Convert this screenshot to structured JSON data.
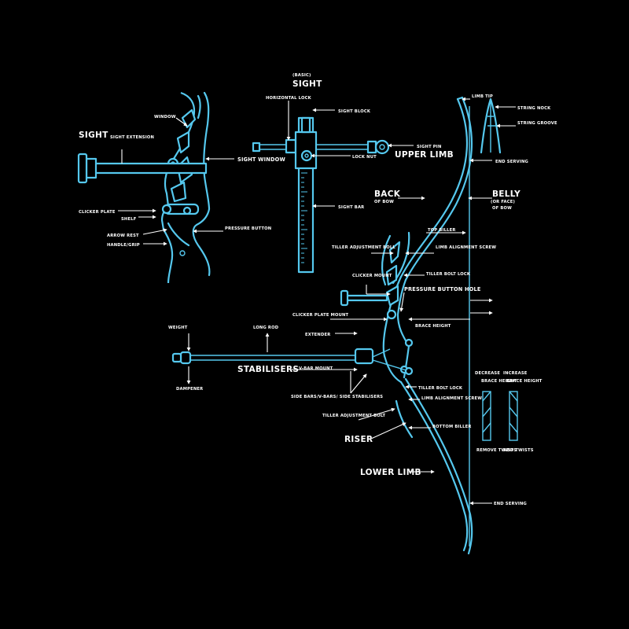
{
  "labels": {
    "sight_header": "SIGHT",
    "sight_extension": "SIGHT EXTENSION",
    "window": "WINDOW",
    "sight_window": "SIGHT WINDOW",
    "clicker_plate": "CLICKER PLATE",
    "shelf": "SHELF",
    "arrow_rest": "ARROW REST",
    "handle_grip": "HANDLE/GRIP",
    "pressure_button": "PRESSURE BUTTON",
    "basic": "(BASIC)",
    "sight_title": "SIGHT",
    "horizontal_lock": "HORIZONTAL LOCK",
    "sight_block": "SIGHT BLOCK",
    "sight_pin": "SIGHT PIN",
    "lock_nut": "LOCK NUT",
    "sight_bar": "SIGHT BAR",
    "limb_tip": "LIMB TIP",
    "string_nock": "STRING NOCK",
    "string_groove": "STRING GROOVE",
    "upper_limb": "UPPER LIMB",
    "end_serving_top": "END SERVING",
    "back": "BACK",
    "of_bow_back": "OF BOW",
    "belly": "BELLY",
    "or_face": "(OR FACE)",
    "of_bow_belly": "OF BOW",
    "top_biller": "TOP BILLER",
    "tiller_adjustment_bolt_top": "TILLER ADJUSTMENT BOLL",
    "limb_alignment_screw_top": "LIMB ALIGNMENT SCREW",
    "clicker_mount": "CLICKER MOUNT",
    "tiller_bolt_lock_top": "TILLER BOLT LOCK",
    "pressure_button_hole": "PRESSURE BUTTON HOLE",
    "clicker_plate_mount": "CLICKER PLATE MOUNT",
    "brace_height": "BRACE HEIGHT",
    "weight": "WEIGHT",
    "long_rod": "LONG ROD",
    "extender": "EXTENDER",
    "stabilisers": "STABILISERS",
    "v_bar_mount": "V-BAR MOUNT",
    "dampener": "DAMPENER",
    "side_bars": "SIDE BARS/V-BARS/ SIDE STABILISERS",
    "tiller_bolt_lock_bottom": "TILLER BOLT LOCK",
    "limb_alignment_screw_bottom": "LIMB ALIGNMENT SCREW",
    "tiller_adjustment_bolt_bottom": "TILLER ADJUSTMENT BOLT",
    "bottom_biller": "BOTTOM BILLER",
    "riser": "RISER",
    "lower_limb": "LOWER LIMB",
    "end_serving_bottom": "END SERVING",
    "decrease": "DECREASE",
    "brace_height_dec": "BRACE HEIGHT",
    "increase": "INCREASE",
    "brace_height_inc": "BRACE HEIGHT",
    "remove_twists": "REMOVE TWISTS",
    "add_twists": "ADD TWISTS"
  },
  "colors": {
    "line": "#55c8ee",
    "text": "#ffffff",
    "background": "#000000"
  }
}
